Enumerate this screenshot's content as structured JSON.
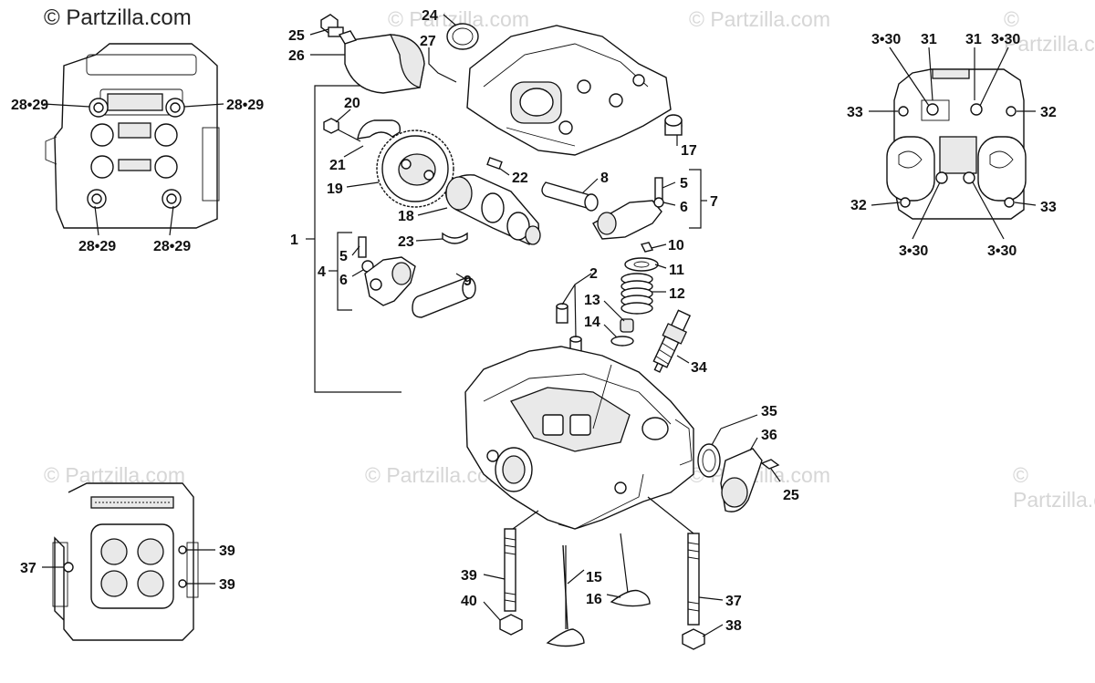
{
  "copyright": "© Partzilla.com",
  "watermark": "© Partzilla.com",
  "labels": {
    "l1": "1",
    "l2": "2",
    "l4": "4",
    "l5a": "5",
    "l5b": "5",
    "l6a": "6",
    "l6b": "6",
    "l7": "7",
    "l8": "8",
    "l9": "9",
    "l10": "10",
    "l11": "11",
    "l12": "12",
    "l13": "13",
    "l14": "14",
    "l15": "15",
    "l16": "16",
    "l17": "17",
    "l18": "18",
    "l19": "19",
    "l20": "20",
    "l21": "21",
    "l22": "22",
    "l23": "23",
    "l24": "24",
    "l25a": "25",
    "l25b": "25",
    "l26": "26",
    "l27": "27",
    "l2829a": "28•29",
    "l2829b": "28•29",
    "l2829c": "28•29",
    "l2829d": "28•29",
    "l330a": "3•30",
    "l330b": "3•30",
    "l330c": "3•30",
    "l330d": "3•30",
    "l31a": "31",
    "l31b": "31",
    "l32a": "32",
    "l32b": "32",
    "l33a": "33",
    "l33b": "33",
    "l34": "34",
    "l35": "35",
    "l36": "36",
    "l37a": "37",
    "l37b": "37",
    "l38": "38",
    "l39a": "39",
    "l39b": "39",
    "l39c": "39",
    "l40": "40"
  }
}
